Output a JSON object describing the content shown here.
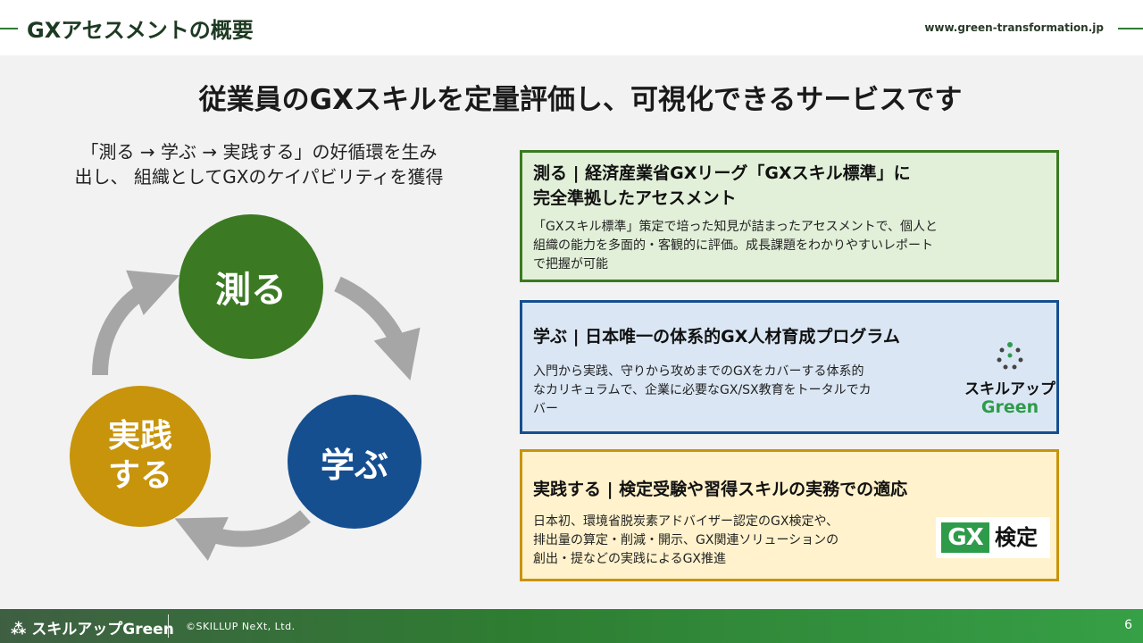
{
  "header": {
    "title": "GXアセスメントの概要",
    "url": "www.green-transformation.jp"
  },
  "headline": "従業員のGXスキルを定量評価し、可視化できるサービスです",
  "subline": {
    "line1": "「測る → 学ぶ → 実践する」の好循環を生み",
    "line2": "出し、 組織としてGXのケイパビリティを獲得"
  },
  "cycle": {
    "measure": "測る",
    "learn": "学ぶ",
    "practice_line1": "実践",
    "practice_line2": "する",
    "colors": {
      "measure": "#3b7a22",
      "learn": "#154f8f",
      "practice": "#c7940b",
      "arrow": "#a6a6a6"
    }
  },
  "cards": [
    {
      "title_line1": "測る | 経済産業省GXリーグ「GXスキル標準」に",
      "title_line2": "完全準拠したアセスメント",
      "body_line1": "「GXスキル標準」策定で培った知見が詰まったアセスメントで、個人と",
      "body_line2": "組織の能力を多面的・客観的に評価。成長課題をわかりやすいレポート",
      "body_line3": "で把握が可能"
    },
    {
      "title_line1": "学ぶ | 日本唯一の体系的GX人材育成プログラム",
      "body_line1": "入門から実践、守りから攻めまでのGXをカバーする体系的",
      "body_line2": "なカリキュラムで、企業に必要なGX/SX教育をトータルでカ",
      "body_line3": "バー",
      "logo_line1": "スキルアップ",
      "logo_line2": "Green"
    },
    {
      "title_line1": "実践する | 検定受験や習得スキルの実務での適応",
      "body_line1": "日本初、環境省脱炭素アドバイザー認定のGX検定や、",
      "body_line2": "排出量の算定・削減・開示、GX関連ソリューションの",
      "body_line3": "創出・提などの実践によるGX推進",
      "badge_mark": "GX",
      "badge_text": "検定"
    }
  ],
  "footer": {
    "brand": "スキルアップGreen",
    "copyright": "©SKILLUP NeXt, Ltd.",
    "page": "6"
  }
}
